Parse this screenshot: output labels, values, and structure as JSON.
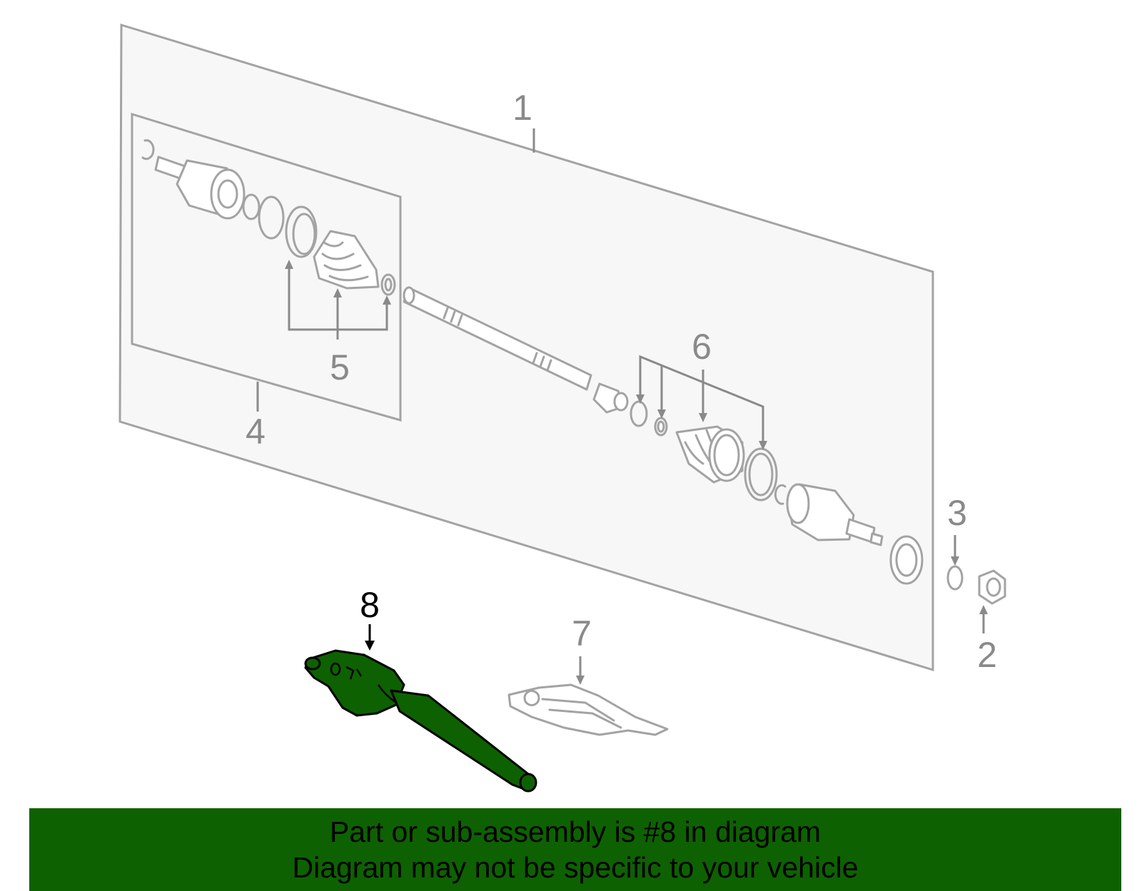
{
  "callouts": {
    "c1": "1",
    "c2": "2",
    "c3": "3",
    "c4": "4",
    "c5": "5",
    "c6": "6",
    "c7": "7",
    "c8": "8"
  },
  "highlighted_callout": "8",
  "banner": {
    "line1": "Part or sub-assembly is #8 in diagram",
    "line2": "Diagram may not be specific to your vehicle"
  },
  "colors": {
    "highlight_green": "#0e6100",
    "line_gray": "#a3a3a3",
    "panel_fill": "#f7f7f7"
  }
}
